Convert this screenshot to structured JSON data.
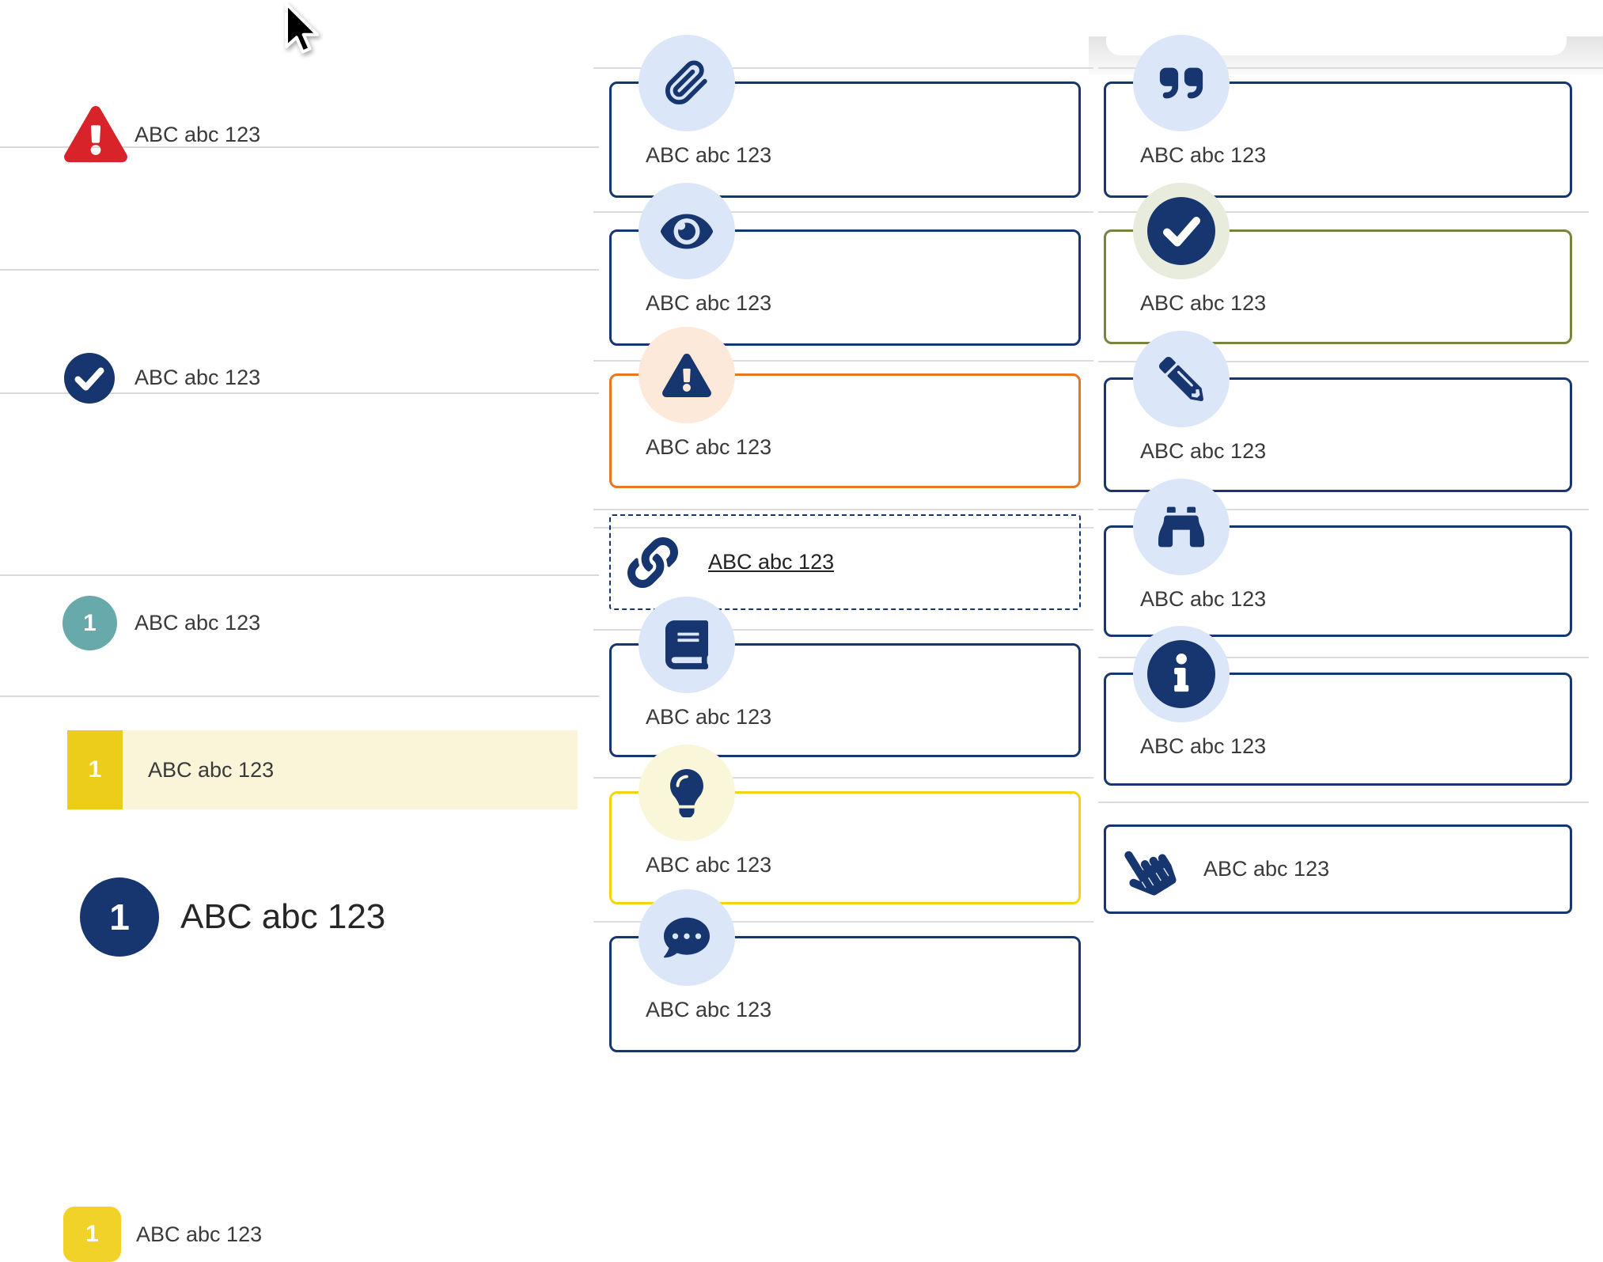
{
  "palette": {
    "navy": "#17366f",
    "light_blue": "#dbe7f8",
    "peach": "#fde9d9",
    "sage": "#e8ecdd",
    "cream": "#faf6da",
    "orange": "#e87722",
    "yellow": "#f2d411",
    "olive": "#76843d",
    "red": "#d8232a",
    "teal": "#68a9ab",
    "yellow_badge": "#f0d228",
    "gold_badge": "#eccd19",
    "highlight_bg": "#faf5d9",
    "text": "#3a3a3a",
    "separator": "#dcdcdc"
  },
  "left_list": {
    "items": [
      {
        "icon": "alert-triangle",
        "label": "ABC abc 123"
      },
      {
        "icon": "check-circle",
        "label": "ABC abc 123"
      },
      {
        "icon": "number-badge-teal",
        "badge": "1",
        "label": "ABC abc 123"
      },
      {
        "icon": "number-badge-navy-large",
        "badge": "1",
        "label": "ABC abc 123"
      },
      {
        "icon": "number-badge-yellow",
        "badge": "1",
        "label": "ABC abc 123"
      },
      {
        "icon": "number-badge-gold",
        "badge": "1",
        "label": "ABC abc 123"
      }
    ]
  },
  "middle_callouts": [
    {
      "icon": "paperclip",
      "label": "ABC abc 123"
    },
    {
      "icon": "eye",
      "label": "ABC abc 123"
    },
    {
      "icon": "warning-triangle",
      "label": "ABC abc 123"
    },
    {
      "icon": "link",
      "label": "ABC abc 123"
    },
    {
      "icon": "book",
      "label": "ABC abc 123"
    },
    {
      "icon": "lightbulb",
      "label": "ABC abc 123"
    },
    {
      "icon": "chat-dots",
      "label": "ABC abc 123"
    }
  ],
  "right_callouts": [
    {
      "icon": "quote-right",
      "label": "ABC abc 123"
    },
    {
      "icon": "check-circle",
      "label": "ABC abc 123"
    },
    {
      "icon": "pencil",
      "label": "ABC abc 123"
    },
    {
      "icon": "binoculars",
      "label": "ABC abc 123"
    },
    {
      "icon": "info-circle",
      "label": "ABC abc 123"
    },
    {
      "icon": "hand-pointer",
      "label": "ABC abc 123"
    }
  ]
}
